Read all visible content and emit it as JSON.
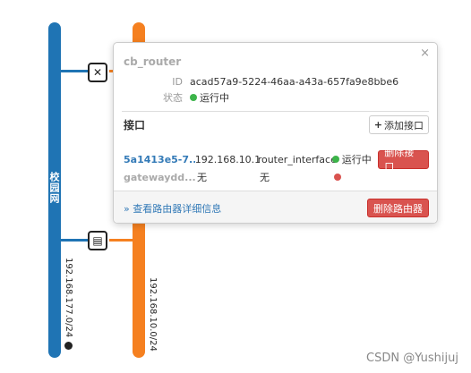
{
  "topology": {
    "blue_network": {
      "name": "校园网",
      "cidr": "192.168.177.0/24",
      "color": "#1f74b4",
      "globe_icon": "globe-icon"
    },
    "orange_network": {
      "cidr": "192.168.10.0/24",
      "color": "#f58020"
    },
    "router_icon": "router-icon",
    "instance_icon": "instance-icon"
  },
  "popover": {
    "close_label": "×",
    "title": "cb_router",
    "id_label": "ID",
    "id_value": "acad57a9-5224-46aa-a43a-657fa9e8bbe6",
    "status_label": "状态",
    "status_value": "运行中",
    "interfaces_title": "接口",
    "add_interface_label": "添加接口",
    "interfaces": [
      {
        "name": "5a1413e5-7...",
        "ip": "192.168.10.1",
        "owner": "router_interface",
        "status": "运行中",
        "status_color": "#3cb44a",
        "action": "删除接口"
      },
      {
        "name": "gatewaydd...",
        "ip": "无",
        "owner": "无",
        "status": "",
        "status_color": "#d9534f"
      }
    ],
    "detail_link": "» 查看路由器详细信息",
    "delete_router_label": "删除路由器"
  },
  "watermark": "CSDN @Yushijuj"
}
